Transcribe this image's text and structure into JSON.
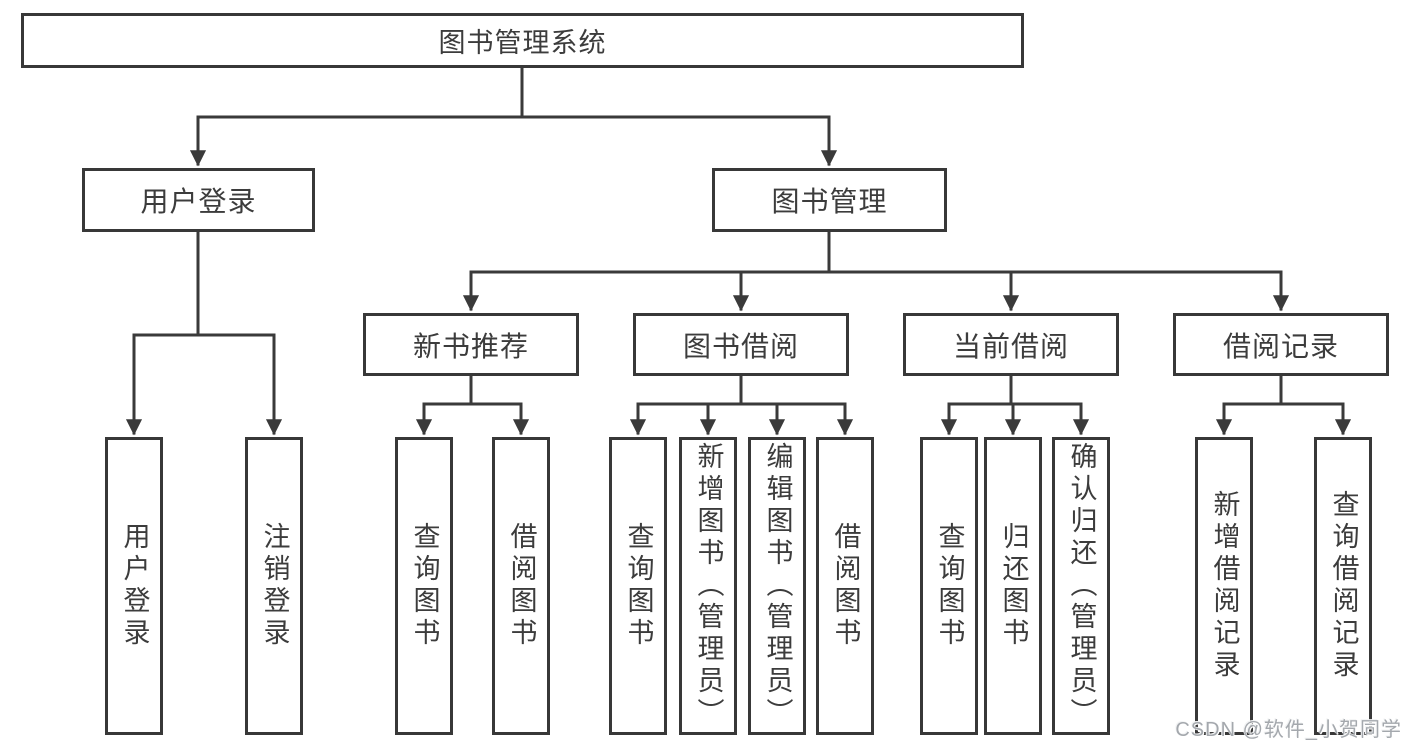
{
  "diagram_type": "tree",
  "root": {
    "label": "图书管理系统",
    "children": [
      {
        "label": "用户登录",
        "children": [
          {
            "label": "用户登录"
          },
          {
            "label": "注销登录"
          }
        ]
      },
      {
        "label": "图书管理",
        "children": [
          {
            "label": "新书推荐",
            "children": [
              {
                "label": "查询图书"
              },
              {
                "label": "借阅图书"
              }
            ]
          },
          {
            "label": "图书借阅",
            "children": [
              {
                "label": "查询图书"
              },
              {
                "label": "新增图书（管理员）"
              },
              {
                "label": "编辑图书（管理员）"
              },
              {
                "label": "借阅图书"
              }
            ]
          },
          {
            "label": "当前借阅",
            "children": [
              {
                "label": "查询图书"
              },
              {
                "label": "归还图书"
              },
              {
                "label": "确认归还（管理员）"
              }
            ]
          },
          {
            "label": "借阅记录",
            "children": [
              {
                "label": "新增借阅记录"
              },
              {
                "label": "查询借阅记录"
              }
            ]
          }
        ]
      }
    ]
  },
  "watermark": "CSDN @软件_小贺同学",
  "colors": {
    "line": "#3a3a3a",
    "border": "#383838",
    "text": "#3c3c3c",
    "box_bg": "#ffffff",
    "watermark": "#a4a8ad"
  }
}
